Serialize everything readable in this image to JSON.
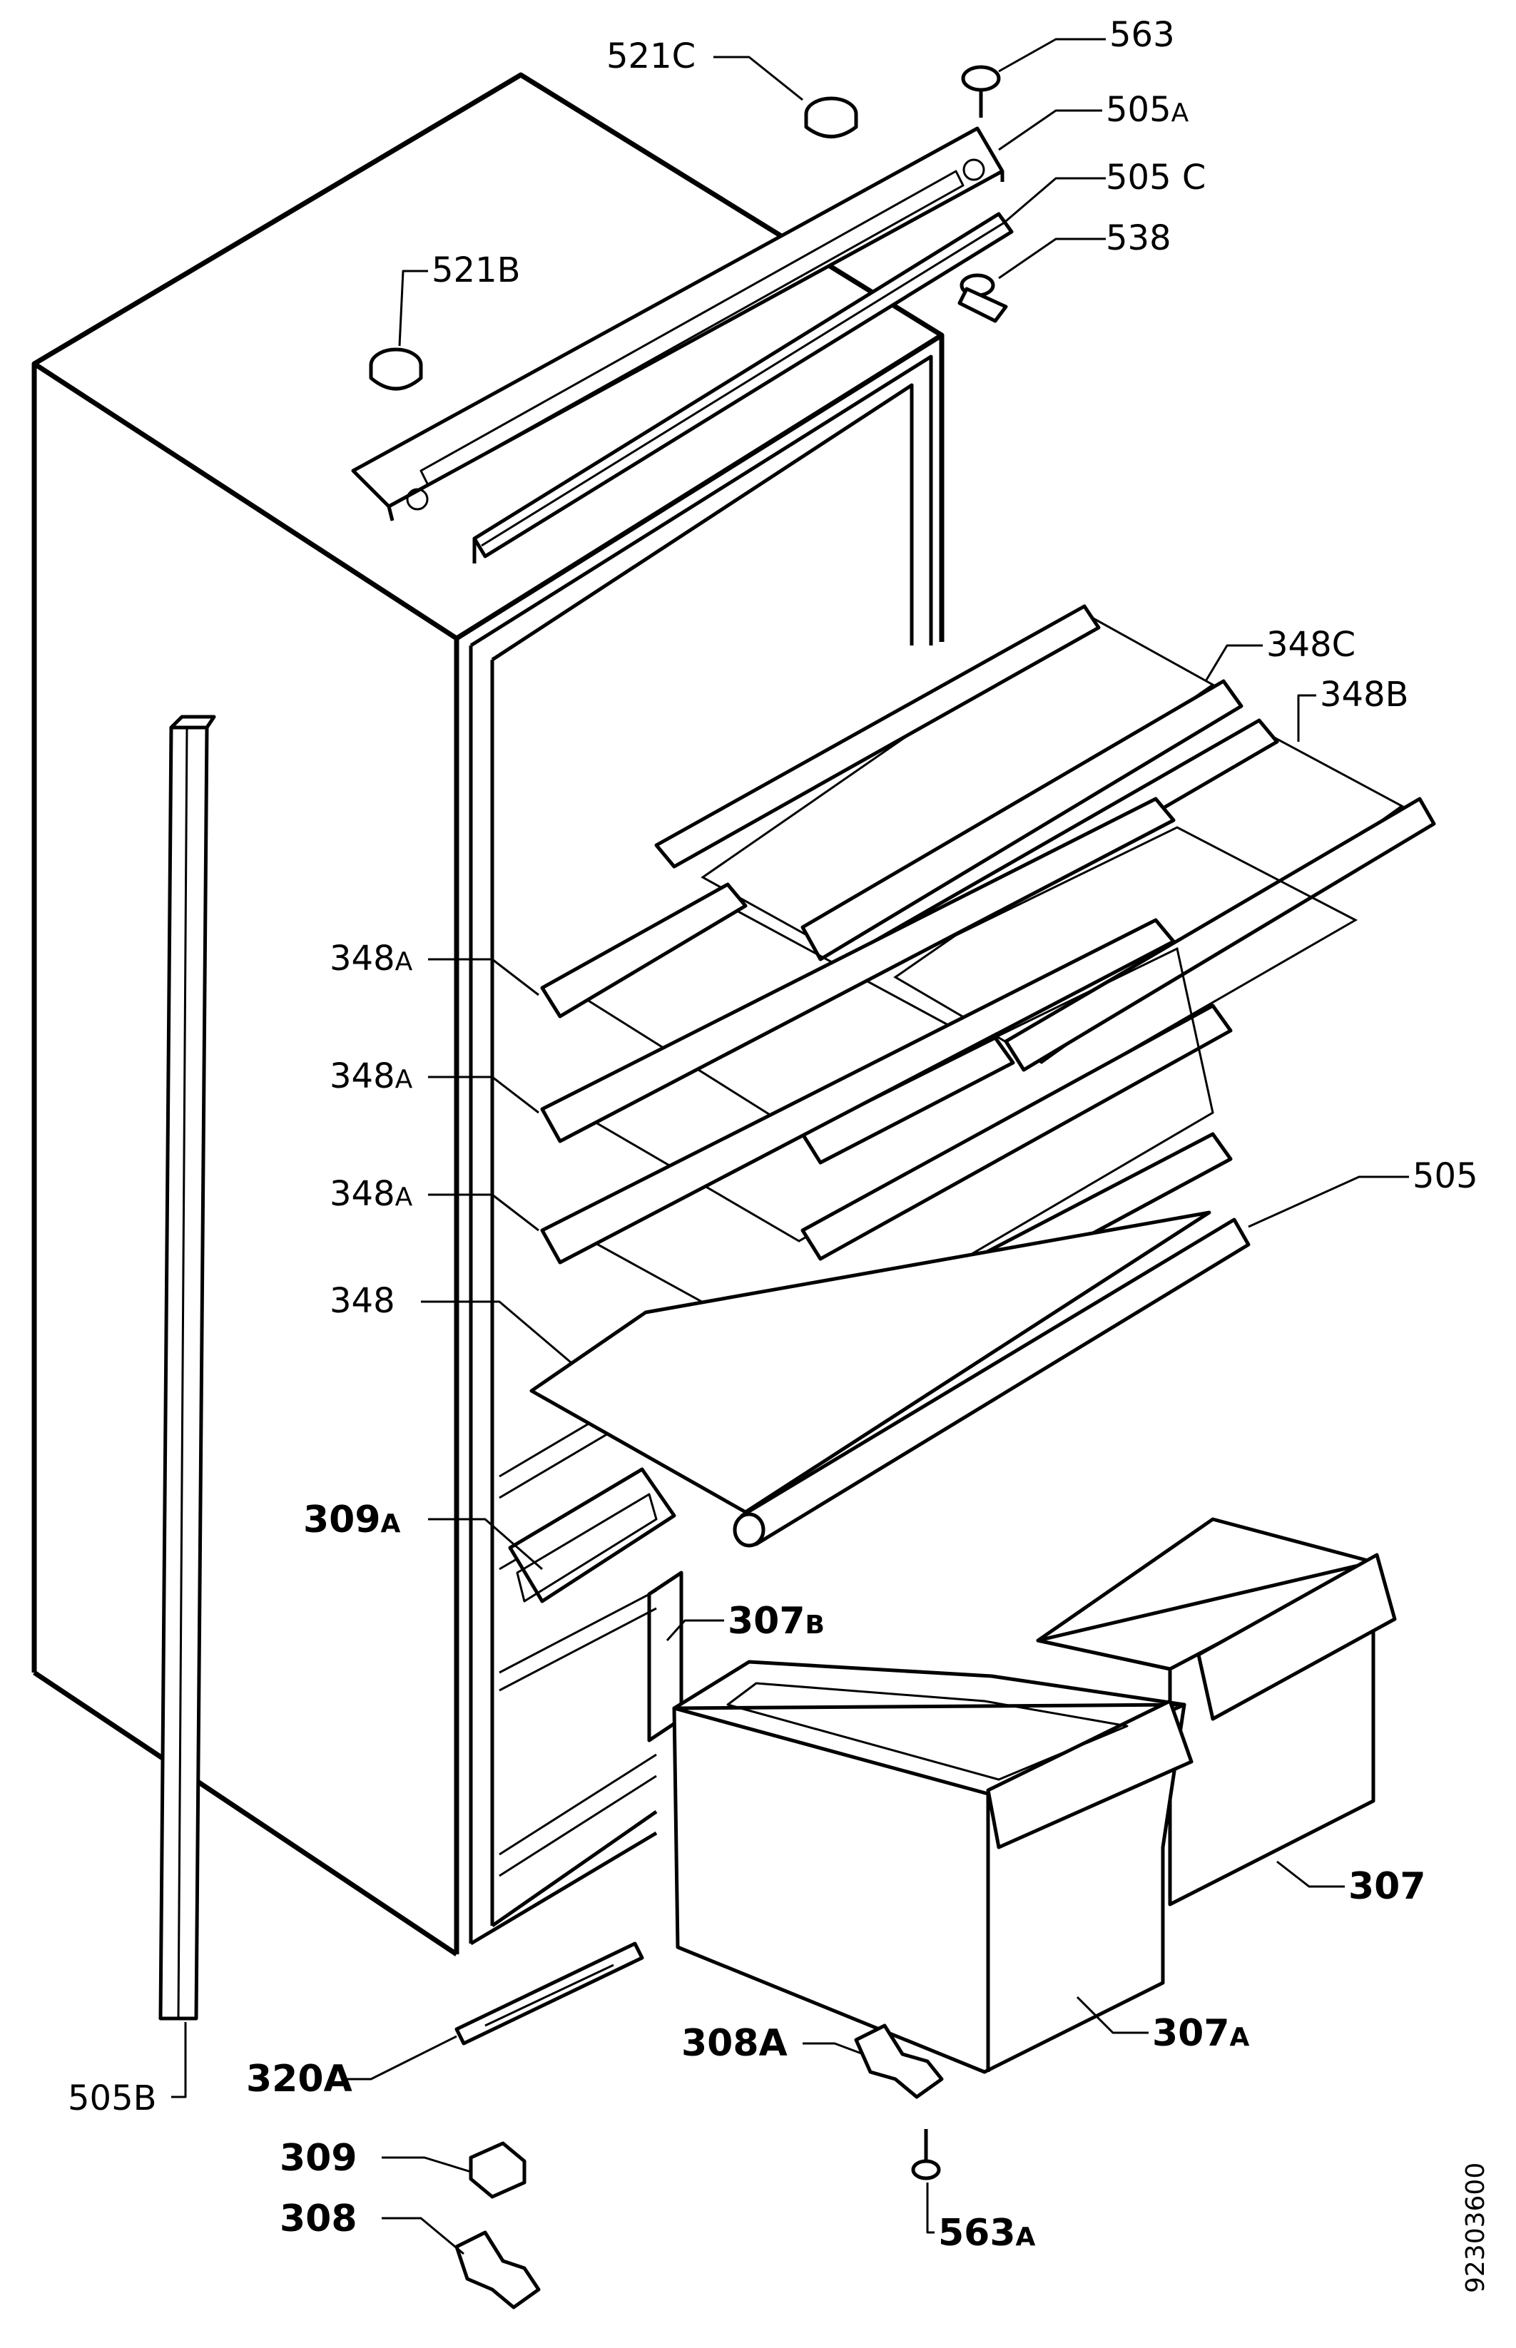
{
  "callouts": {
    "p521C": {
      "num": "521C"
    },
    "p563": {
      "num": "563"
    },
    "p505A": {
      "num": "505",
      "suffix": "A"
    },
    "p505C": {
      "num": "505 C"
    },
    "p538": {
      "num": "538"
    },
    "p521B": {
      "num": "521B"
    },
    "p348C": {
      "num": "348C"
    },
    "p348B": {
      "num": "348B"
    },
    "p348A_1": {
      "num": "348",
      "suffix": "A"
    },
    "p348A_2": {
      "num": "348",
      "suffix": "A"
    },
    "p348A_3": {
      "num": "348",
      "suffix": "A"
    },
    "p505": {
      "num": "505"
    },
    "p348": {
      "num": "348"
    },
    "p309A": {
      "num": "309",
      "suffix": "A"
    },
    "p307B": {
      "num": "307",
      "suffix": "B"
    },
    "p307": {
      "num": "307"
    },
    "p307A": {
      "num": "307",
      "suffix": "A"
    },
    "p308A": {
      "num": "308A"
    },
    "p320A": {
      "num": "320A"
    },
    "p505B": {
      "num": "505B"
    },
    "p309": {
      "num": "309"
    },
    "p308": {
      "num": "308"
    },
    "p563A": {
      "num": "563",
      "suffix": "A"
    }
  },
  "drawing_number": "92303600"
}
